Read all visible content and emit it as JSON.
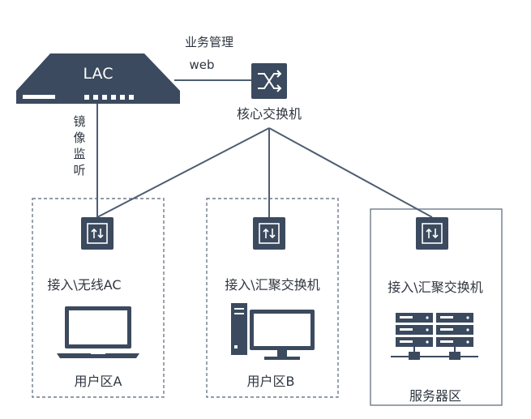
{
  "colors": {
    "device": "#3b4a5e",
    "line": "#4d5d72",
    "zone_border": "#6e7b8c",
    "text": "#2f3640",
    "chip_bg": "#3b4a5e",
    "chip_fg": "#ffffff"
  },
  "lac": {
    "label": "LAC",
    "mirror_label": [
      "镜",
      "像",
      "监",
      "听"
    ],
    "business_label": "业务管理",
    "web_label": "web"
  },
  "core_switch": {
    "label": "核心交换机",
    "icon": "shuffle-icon"
  },
  "zones": [
    {
      "switch_label": "接入\\无线AC",
      "zone_label": "用户区A",
      "device": "laptop-icon",
      "border": "dashed"
    },
    {
      "switch_label": "接入\\汇聚交换机",
      "zone_label": "用户区B",
      "device": "desktop-pc-icon",
      "border": "dashed"
    },
    {
      "switch_label": "接入\\汇聚交换机",
      "zone_label": "服务器区",
      "device": "server-rack-icon",
      "border": "solid"
    }
  ]
}
